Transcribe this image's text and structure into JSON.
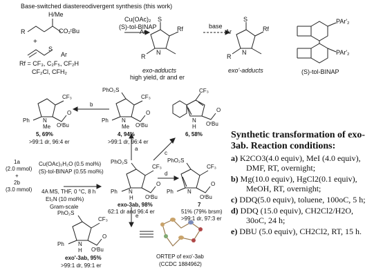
{
  "header": {
    "title": "Base-switched diastereodivergent synthesis (this work)",
    "sm_top": "H/Me",
    "sm_ester": "CO₂ᵗBu",
    "sm_rgroup": "R",
    "plus": "+",
    "rf_def_line1": "Rf = CF₃, C₂F₅, CF₂H",
    "rf_def_line2": "CF₂Cl, CFH₂",
    "catalyst_line1": "Cu(OAc)₂",
    "catalyst_line2": "(S)-tol-BINAP",
    "base_label": "base",
    "exo_label": "exo-adducts",
    "exo_sub": "high yield, dr and er",
    "exo_prime_label": "exo'-adducts",
    "binap_label": "(S)-tol-BINAP",
    "binap_p1": "PAr'₂",
    "binap_p2": "PAr'₂"
  },
  "scheme": {
    "reagent_1a": "1a",
    "reagent_1a_amount": "(2.0 mmol)",
    "reagent_plus": "+",
    "reagent_2b": "2b",
    "reagent_2b_amount": "(3.0 mmol)",
    "cond_line1": "Cu(OAc)₂H₂O (0.5 mol%)",
    "cond_line2": "(S)-tol-BINAP (0.55 mol%)",
    "cond_line3": "4A MS, THF, 0 °C, 8 h",
    "cond_line4": "Et₃N (10 mol%)",
    "cond_line5": "Gram-scale",
    "center_name": "exo-3ab, 98%",
    "center_stats": "62:1 dr and 96:4 er",
    "p5_name": "5, 69%",
    "p5_stats": ">99:1 dr, 96:4 er",
    "p4_name": "4, 94%",
    "p4_stats": ">99:1 dr, 96:4 er",
    "p6_name": "6, 58%",
    "p7_name": "7",
    "p7_yield": "51% (79% brsm)",
    "p7_stats": ">99:1 dr, 97:3 er",
    "pexo_name": "exo'-3ab, 95%",
    "pexo_stats": ">99:1 dr, 99:1 er",
    "ortep_line1": "ORTEP of exo'-3ab",
    "ortep_line2": "(CCDC 1884962)",
    "arrow_a": "a",
    "arrow_b": "b",
    "arrow_c": "c",
    "arrow_d": "d",
    "arrow_e": "e",
    "lbl_phso2": "PhO₂S",
    "lbl_cf3": "CF₃",
    "lbl_ph": "Ph",
    "lbl_nme": "N",
    "lbl_me": "Me",
    "lbl_nh": "H",
    "lbl_o": "O",
    "lbl_otbu": "OᵗBu"
  },
  "conditions": {
    "title": "Synthetic transformation of exo-3ab. Reaction conditions:",
    "items": [
      {
        "key": "a)",
        "line1": "K2CO3(4.0 equiv),  MeI (4.0 equiv),",
        "line2": "DMF, RT, overnight;"
      },
      {
        "key": "b)",
        "line1": "Mg(10.0 equiv), HgCl2(0.1 equiv),",
        "line2": "MeOH, RT, overnight;"
      },
      {
        "key": "c)",
        "line1": "DDQ(5.0 equiv), toluene, 100oC, 5 h;",
        "line2": ""
      },
      {
        "key": "d)",
        "line1": "DDQ (15.0 equiv), CH2Cl2/H2O,",
        "line2": "30oC, 24 h;"
      },
      {
        "key": "e)",
        "line1": "DBU (5.0 equiv), CH2Cl2, RT, 15 h.",
        "line2": ""
      }
    ]
  }
}
